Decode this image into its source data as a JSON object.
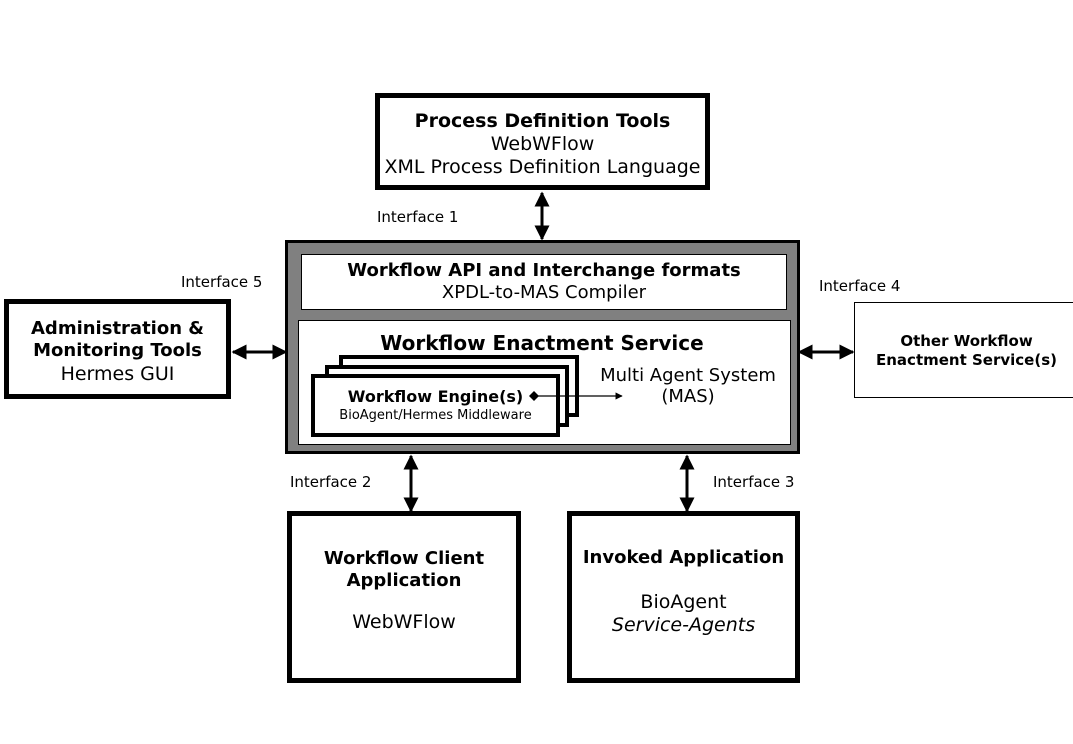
{
  "process_definition": {
    "title": "Process Definition Tools",
    "line1": "WebWFlow",
    "line2": "XML Process Definition Language"
  },
  "interfaces": {
    "i1": "Interface 1",
    "i2": "Interface 2",
    "i3": "Interface 3",
    "i4": "Interface 4",
    "i5": "Interface 5"
  },
  "central": {
    "api_title": "Workflow API and Interchange formats",
    "api_sub": "XPDL-to-MAS Compiler",
    "enactment_title": "Workflow Enactment Service",
    "engine_title": "Workflow Engine(s)",
    "engine_sub": "BioAgent/Hermes Middleware",
    "mas_line1": "Multi Agent System",
    "mas_line2": "(MAS)"
  },
  "admin": {
    "title_line1": "Administration &",
    "title_line2": "Monitoring Tools",
    "sub": "Hermes GUI"
  },
  "other": {
    "line1": "Other Workflow",
    "line2": "Enactment Service(s)"
  },
  "client": {
    "title_line1": "Workflow Client",
    "title_line2": "Application",
    "sub": "WebWFlow"
  },
  "invoked": {
    "title": "Invoked Application",
    "sub1": "BioAgent",
    "sub2": "Service-Agents"
  },
  "colors": {
    "central_fill": "#808080",
    "border": "#000000",
    "background": "#ffffff"
  }
}
